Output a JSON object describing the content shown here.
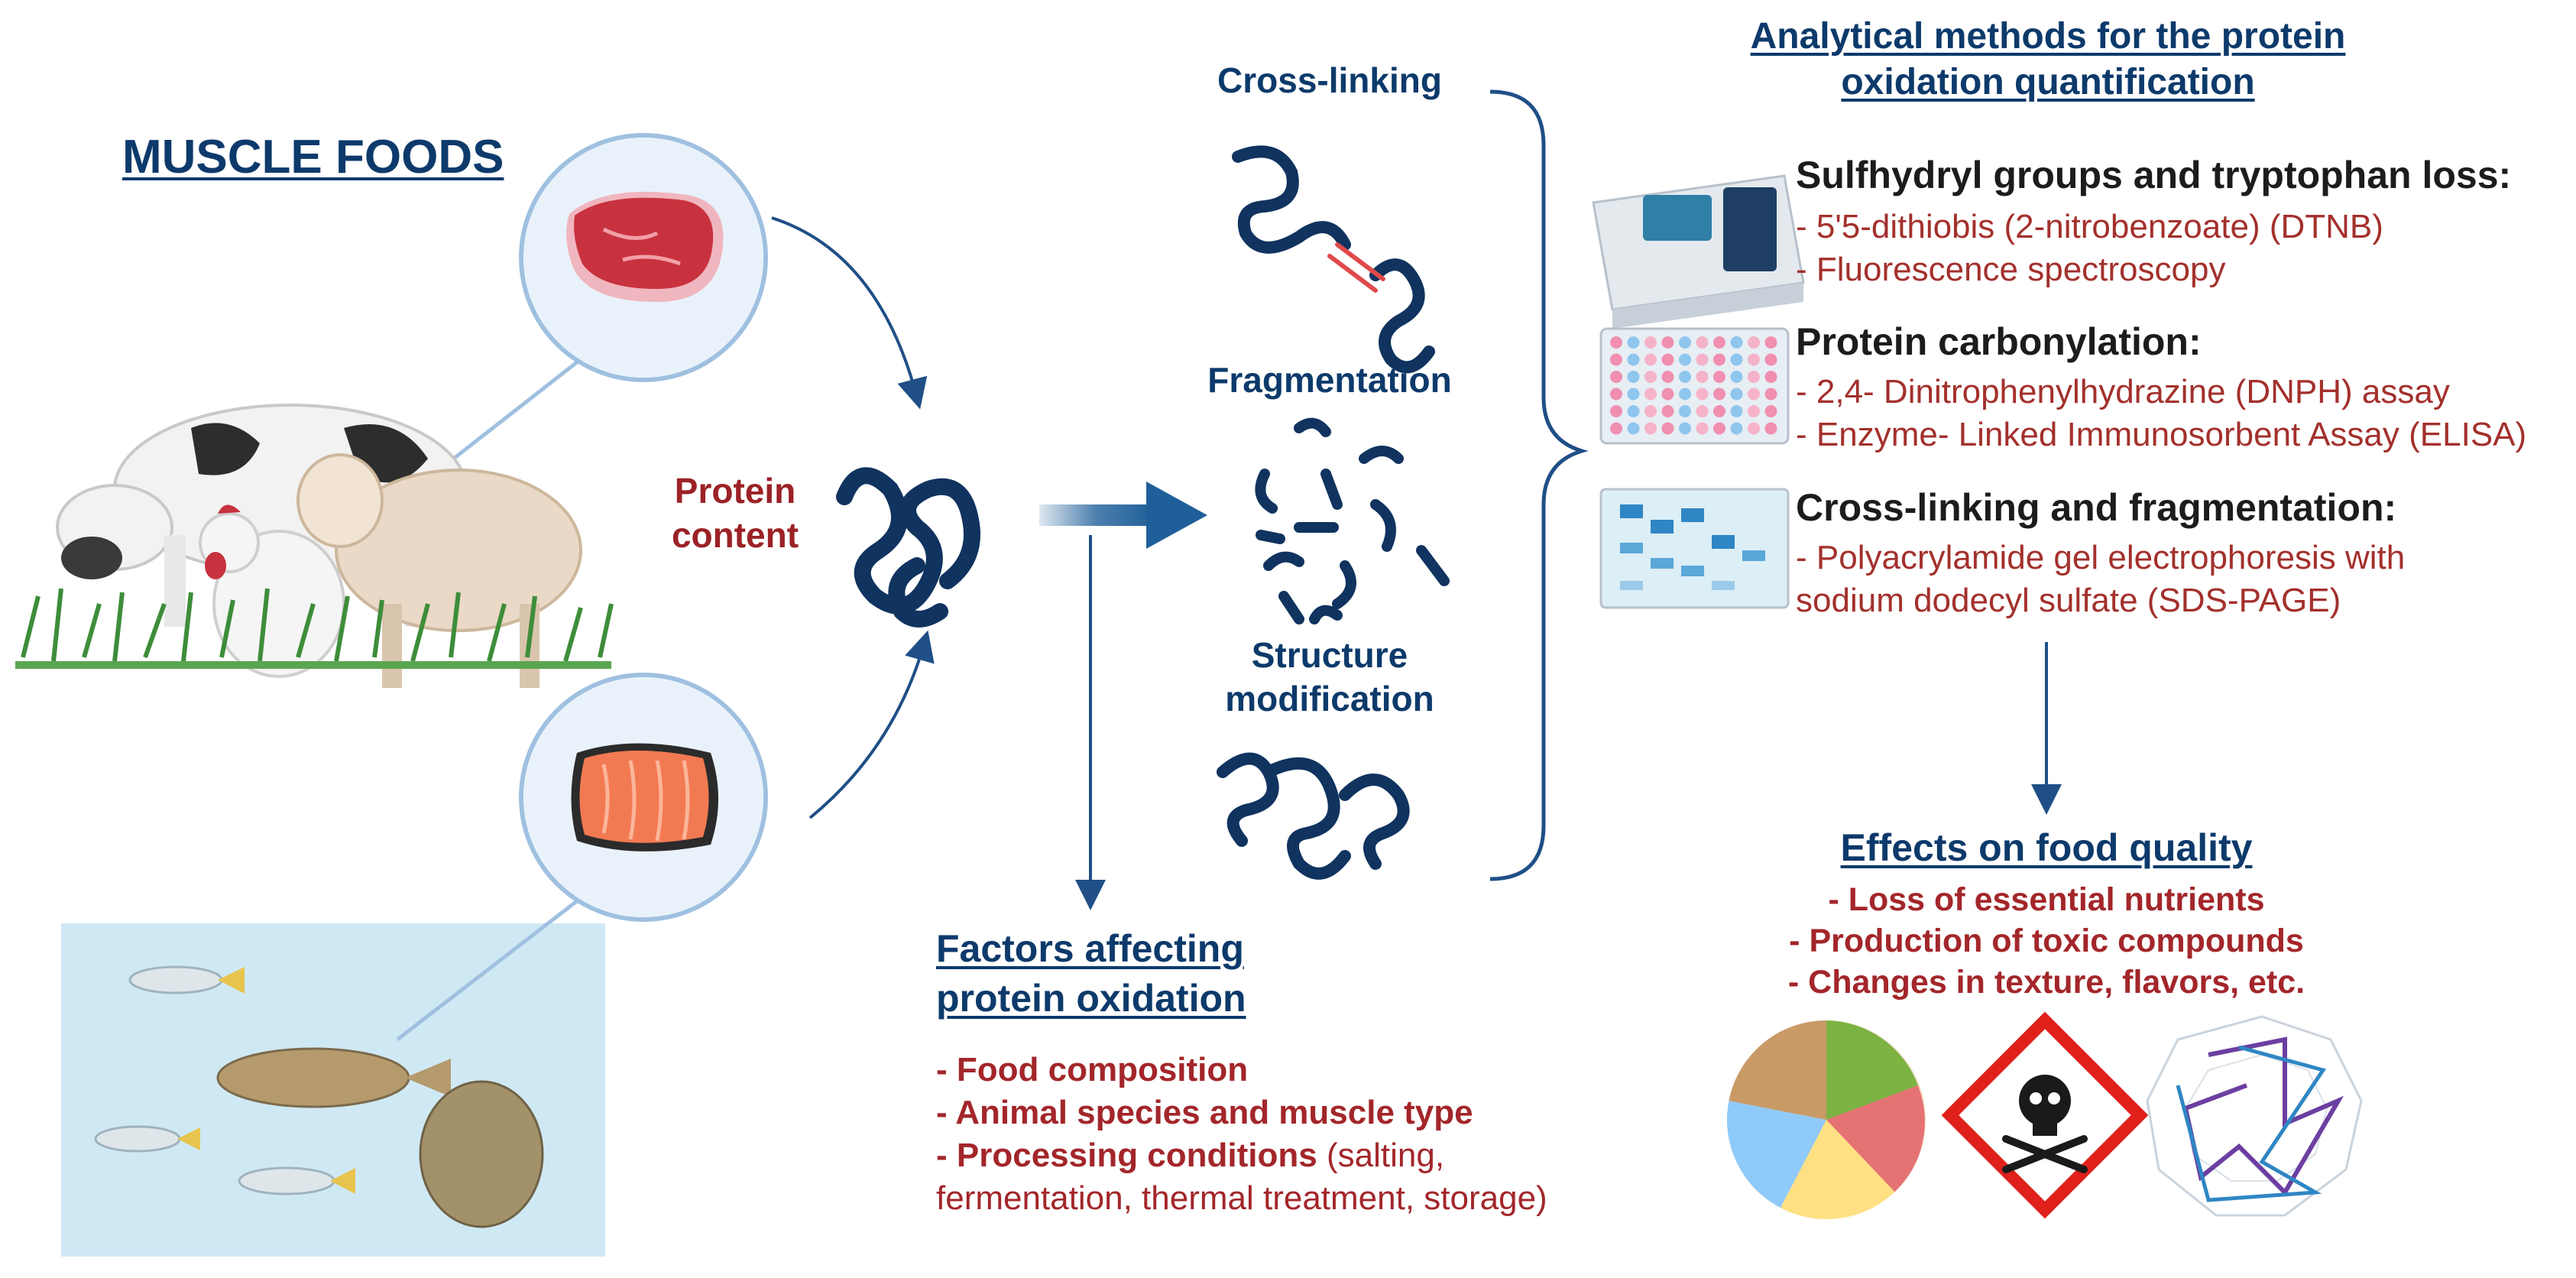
{
  "muscle_foods": {
    "title": "MUSCLE FOODS"
  },
  "protein": {
    "line1": "Protein",
    "line2": "content"
  },
  "changes": {
    "cross_linking": "Cross-linking",
    "fragmentation": "Fragmentation",
    "structure_line1": "Structure",
    "structure_line2": "modification"
  },
  "analytical": {
    "title_line1": "Analytical methods for the protein",
    "title_line2": "oxidation quantification",
    "groups": [
      {
        "heading": "Sulfhydryl groups and tryptophan loss:",
        "items": [
          "- 5'5-dithiobis (2-nitrobenzoate) (DTNB)",
          "- Fluorescence spectroscopy"
        ]
      },
      {
        "heading": "Protein carbonylation:",
        "items": [
          "- 2,4- Dinitrophenylhydrazine (DNPH) assay",
          "- Enzyme- Linked Immunosorbent Assay (ELISA)"
        ]
      },
      {
        "heading": "Cross-linking and fragmentation:",
        "items": [
          "- Polyacrylamide gel electrophoresis with",
          "sodium dodecyl sulfate (SDS-PAGE)"
        ]
      }
    ]
  },
  "effects": {
    "title": "Effects on food quality",
    "items": [
      "- Loss of essential nutrients",
      "- Production of toxic compounds",
      "- Changes in texture, flavors, etc."
    ]
  },
  "factors": {
    "title_line1": "Factors affecting",
    "title_line2": "protein oxidation",
    "items": [
      {
        "bold": "- Food composition",
        "normal": ""
      },
      {
        "bold": "- Animal species and muscle type",
        "normal": ""
      },
      {
        "bold": "- Processing conditions",
        "normal": " (salting,"
      }
    ],
    "continuation": "fermentation, thermal treatment, storage)"
  },
  "colors": {
    "navy": "#0d3a6b",
    "red_text": "#9b2226",
    "accent_blue": "#1f5f99",
    "water": "#cfe9f4",
    "hazard_red": "#e0201b"
  },
  "icons": [
    "meat-icon",
    "salmon-icon",
    "cow-icon",
    "sheep-icon",
    "chicken-icon",
    "fish-icon",
    "spectrophotometer-icon",
    "microplate-icon",
    "gel-icon",
    "food-plate-icon",
    "toxic-hazard-icon",
    "radar-chart-icon"
  ]
}
